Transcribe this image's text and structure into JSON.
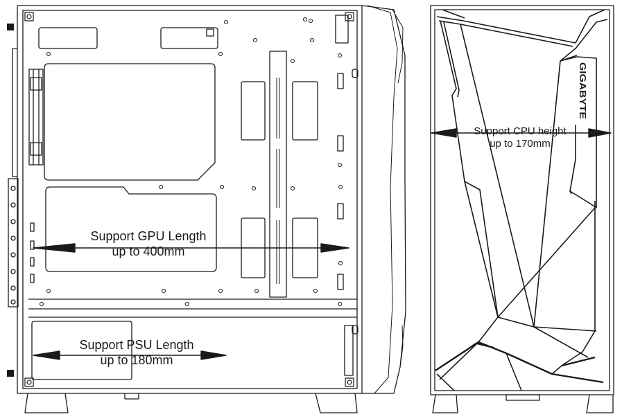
{
  "labels": {
    "gpu_line1": "Support GPU Length",
    "gpu_line2": "up to 400mm",
    "psu_line1": "Support PSU Length",
    "psu_line2": "up to 180mm",
    "cpu_line1": "Support CPU height",
    "cpu_line2": "up to 170mm"
  },
  "brand": "GIGABYTE",
  "colors": {
    "line": "#1a1a1a",
    "background": "#ffffff"
  }
}
